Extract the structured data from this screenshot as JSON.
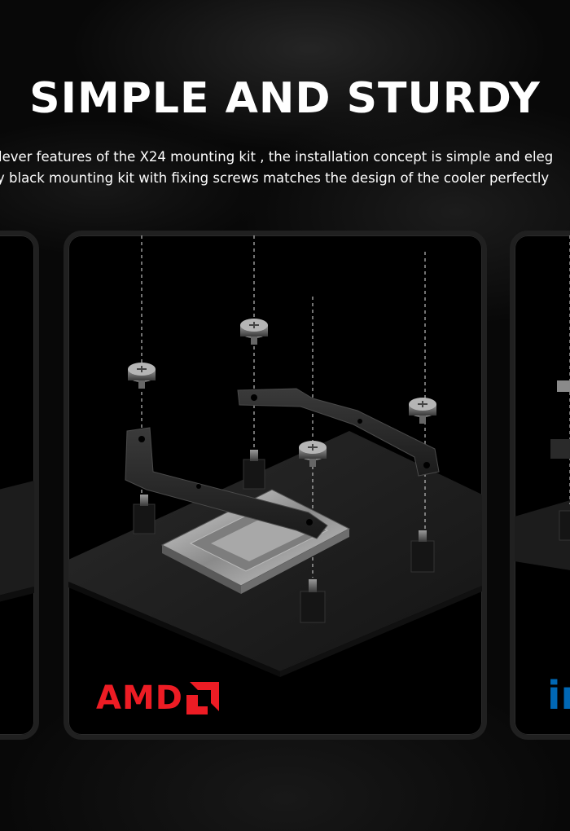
{
  "header": {
    "title": "SIMPLE AND STURDY",
    "description_line_1": "lever features of the X24 mounting kit , the installation concept is simple and eleg",
    "description_line_2": "y black mounting kit with fixing screws matches the design of the cooler perfectly"
  },
  "cards": {
    "center": {
      "brand": "AMD",
      "brand_color": "#ed1c24"
    },
    "right": {
      "brand": "in",
      "brand_color": "#0068b5"
    }
  },
  "colors": {
    "background": "#080808",
    "card_border": "#202020",
    "text": "#ffffff"
  },
  "icons": [
    "amd-arrow-icon"
  ]
}
